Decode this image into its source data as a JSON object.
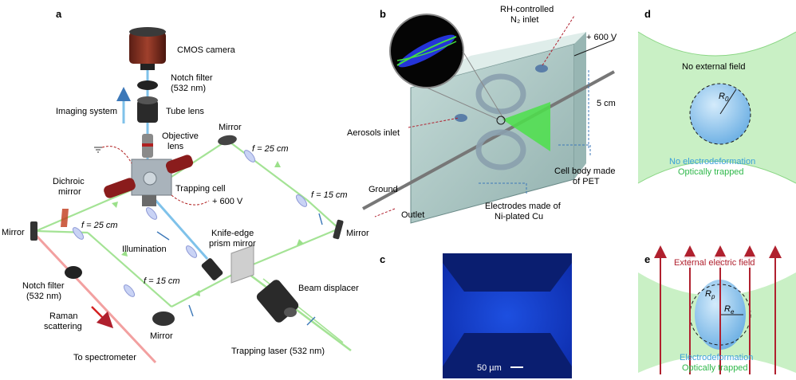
{
  "panels": {
    "a": "a",
    "b": "b",
    "c": "c",
    "d": "d",
    "e": "e"
  },
  "panel_a": {
    "cmos_camera": "CMOS camera",
    "notch_filter_top_1": "Notch filter",
    "notch_filter_top_2": "(532 nm)",
    "tube_lens": "Tube lens",
    "imaging_system": "Imaging system",
    "objective_lens_1": "Objective",
    "objective_lens_2": "lens",
    "mirror_top": "Mirror",
    "f25_top": "f = 25 cm",
    "dichroic_1": "Dichroic",
    "dichroic_2": "mirror",
    "trapping_cell": "Trapping cell",
    "voltage": "+ 600 V",
    "f15_right": "f = 15 cm",
    "mirror_left": "Mirror",
    "f25_left": "f = 25 cm",
    "knife_1": "Knife-edge",
    "knife_2": "prism mirror",
    "mirror_right": "Mirror",
    "illumination": "Illumination",
    "notch_filter_bot_1": "Notch filter",
    "notch_filter_bot_2": "(532 nm)",
    "f15_bottom": "f = 15 cm",
    "beam_displacer": "Beam displacer",
    "raman_1": "Raman",
    "raman_2": "scattering",
    "mirror_bottom": "Mirror",
    "trapping_laser": "Trapping laser (532 nm)",
    "to_spectrometer": "To spectrometer"
  },
  "panel_b": {
    "rh_1": "RH-controlled",
    "rh_2": "N₂ inlet",
    "voltage": "+ 600 V",
    "size": "5 cm",
    "aerosols_inlet": "Aerosols inlet",
    "cell_body_1": "Cell body made",
    "cell_body_2": "of PET",
    "ground": "Ground",
    "outlet": "Outlet",
    "electrodes_1": "Electrodes made of",
    "electrodes_2": "Ni-plated Cu"
  },
  "panel_c": {
    "scale": "50 µm"
  },
  "panel_d": {
    "title": "No external field",
    "radius": "R",
    "radius_sub": "0",
    "status_1": "No electrodeformation",
    "status_2": "Optically trapped"
  },
  "panel_e": {
    "title": "External electric field",
    "rp": "R",
    "rp_sub": "p",
    "re": "R",
    "re_sub": "e",
    "status_1": "Electrodeformation",
    "status_2": "Optically trapped"
  },
  "colors": {
    "laser_green": "#7ddc6a",
    "imaging_blue": "#5aa9dc",
    "raman_red": "#e86a6a",
    "field_red": "#b0202e",
    "droplet_blue": "#7fbbe8",
    "status_blue": "#3aa0d8",
    "status_green": "#2fb84a",
    "micrograph_blue": "#1a3fd0"
  }
}
